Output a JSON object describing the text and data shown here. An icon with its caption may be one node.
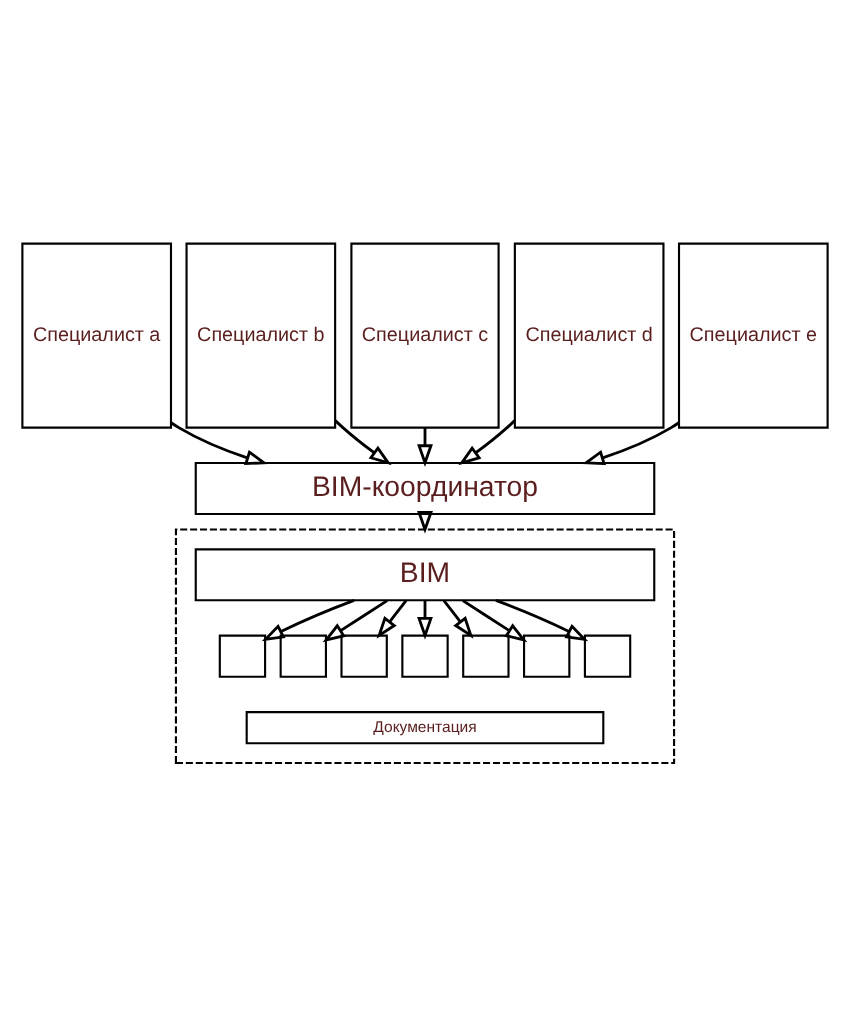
{
  "diagram": {
    "nodes": [
      {
        "text": [
          "Специалист a"
        ]
      },
      {
        "text": [
          "Специалист b"
        ]
      },
      {
        "text": [
          "Специалист c"
        ]
      },
      {
        "text": [
          "Специалист d"
        ]
      },
      {
        "text": [
          "Специалист e"
        ]
      },
      {
        "text": [
          "BIM-координатор"
        ]
      },
      {
        "text": [],
        "shape": "box"
      },
      {
        "text": [
          "BIM"
        ],
        "in": 6
      },
      {
        "text": [],
        "shape": "box",
        "in": 6
      },
      {
        "text": [],
        "shape": "box",
        "in": 6
      },
      {
        "text": [],
        "shape": "box",
        "in": 6
      },
      {
        "text": [],
        "shape": "box",
        "in": 6
      },
      {
        "text": [],
        "shape": "box",
        "in": 6
      },
      {
        "text": [],
        "shape": "box",
        "in": 6
      },
      {
        "text": [],
        "shape": "box",
        "in": 6
      },
      {
        "text": [
          "Документация"
        ],
        "in": 6
      }
    ],
    "edges": [
      {
        "from": 0,
        "to": 5,
        "arrow": "to"
      },
      {
        "from": 1,
        "to": 5,
        "arrow": "to"
      },
      {
        "from": 2,
        "to": 5,
        "arrow": "to"
      },
      {
        "from": 3,
        "to": 5,
        "arrow": "to"
      },
      {
        "from": 4,
        "to": 5,
        "arrow": "to"
      },
      {
        "from": 5,
        "to": 6,
        "arrow": "to"
      },
      {
        "from": 7,
        "to": 8,
        "arrow": "to"
      },
      {
        "from": 7,
        "to": 9,
        "arrow": "to"
      },
      {
        "from": 7,
        "to": 10,
        "arrow": "to"
      },
      {
        "from": 7,
        "to": 11,
        "arrow": "to"
      },
      {
        "from": 7,
        "to": 12,
        "arrow": "to"
      },
      {
        "from": 7,
        "to": 13,
        "arrow": "to"
      },
      {
        "from": 7,
        "to": 14,
        "arrow": "to"
      }
    ]
  }
}
